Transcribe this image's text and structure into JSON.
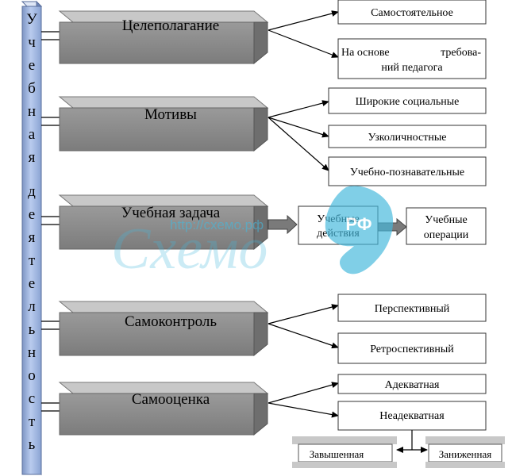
{
  "vertical_title": "Учебная деятельность",
  "components": [
    {
      "label": "Целеполагание"
    },
    {
      "label": "Мотивы"
    },
    {
      "label": "Учебная задача"
    },
    {
      "label": "Самоконтроль"
    },
    {
      "label": "Самооценка"
    }
  ],
  "leaves": {
    "goal_setting": [
      {
        "label": "Самостоятельное"
      },
      {
        "label_line1": "На основе",
        "label_line1b": "требова-",
        "label_line2": "ний педагога"
      }
    ],
    "motives": [
      {
        "label": "Широкие социальные"
      },
      {
        "label": "Узколичностные"
      },
      {
        "label": "Учебно-познавательные"
      }
    ],
    "learning_task": [
      {
        "label_line1": "Учебные",
        "label_line2": "действия"
      },
      {
        "label_line1": "Учебные",
        "label_line2": "операции"
      }
    ],
    "self_control": [
      {
        "label": "Перспективный"
      },
      {
        "label": "Ретроспективный"
      }
    ],
    "self_assessment": [
      {
        "label": "Адекватная"
      },
      {
        "label": "Неадекватная"
      }
    ],
    "inadequate_types": [
      {
        "label": "Завышенная"
      },
      {
        "label": "Заниженная"
      }
    ]
  },
  "watermark": {
    "url": "http://схемо.рф",
    "badge": "РФ",
    "logo": "Схемо"
  },
  "colors": {
    "vertical_bar": "#9fb6e0",
    "box_front": "#8c8c8c",
    "box_top": "#c8c8c8",
    "box_side": "#6e6e6e",
    "leaf_fill": "#ffffff",
    "watermark": "#45b8dc"
  }
}
